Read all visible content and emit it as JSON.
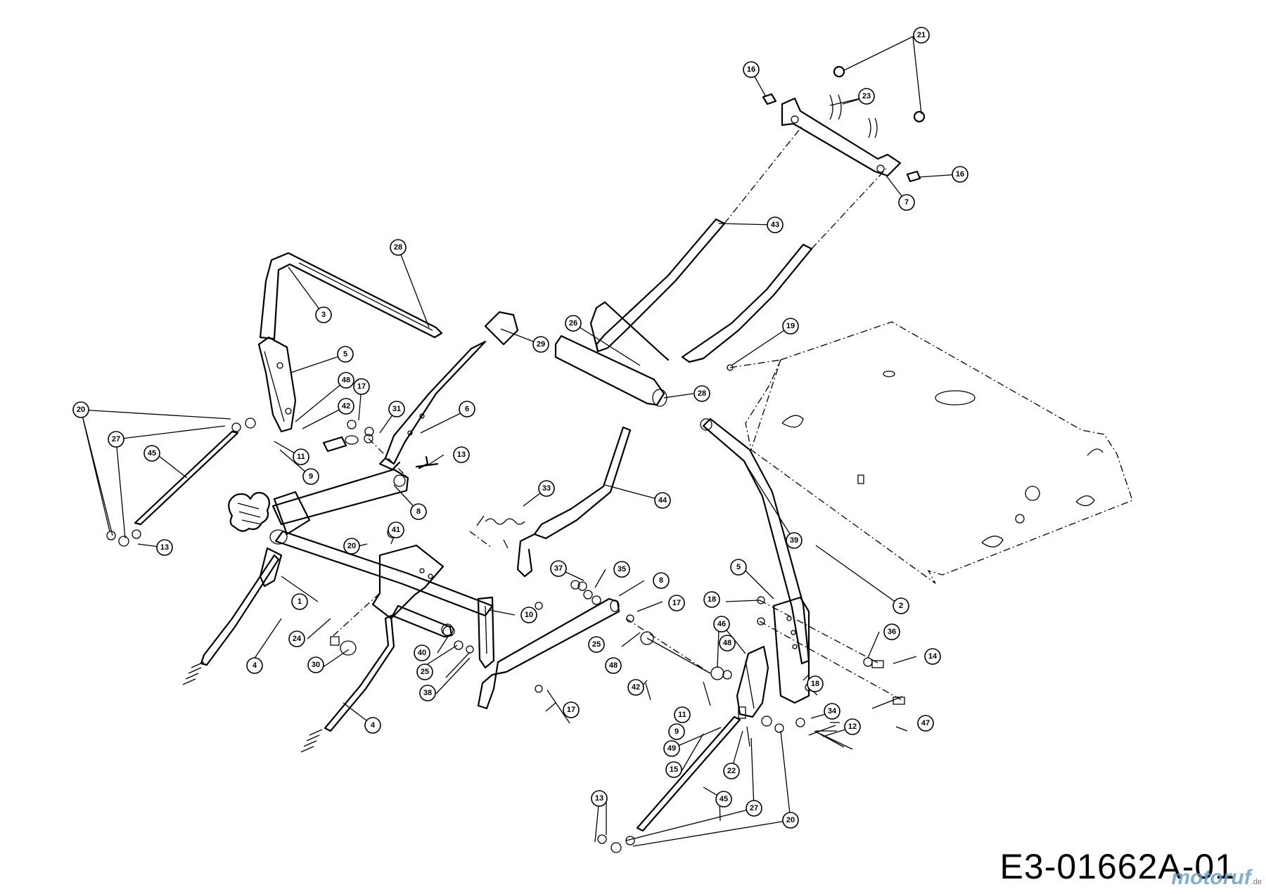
{
  "document_number": "E3-01662A-01",
  "watermark": {
    "text": "motoruf",
    "suffix": ".de"
  },
  "callouts": [
    {
      "id": "c21",
      "label": "21"
    },
    {
      "id": "c16a",
      "label": "16"
    },
    {
      "id": "c23",
      "label": "23"
    },
    {
      "id": "c16b",
      "label": "16"
    },
    {
      "id": "c7",
      "label": "7"
    },
    {
      "id": "c43",
      "label": "43"
    },
    {
      "id": "c28a",
      "label": "28"
    },
    {
      "id": "c3",
      "label": "3"
    },
    {
      "id": "c29",
      "label": "29"
    },
    {
      "id": "c26",
      "label": "26"
    },
    {
      "id": "c19",
      "label": "19"
    },
    {
      "id": "c5a",
      "label": "5"
    },
    {
      "id": "c28b",
      "label": "28"
    },
    {
      "id": "c48a",
      "label": "48"
    },
    {
      "id": "c17a",
      "label": "17"
    },
    {
      "id": "c20a",
      "label": "20"
    },
    {
      "id": "c42a",
      "label": "42"
    },
    {
      "id": "c31",
      "label": "31"
    },
    {
      "id": "c6",
      "label": "6"
    },
    {
      "id": "c27a",
      "label": "27"
    },
    {
      "id": "c11a",
      "label": "11"
    },
    {
      "id": "c13a",
      "label": "13"
    },
    {
      "id": "c45a",
      "label": "45"
    },
    {
      "id": "c9a",
      "label": "9"
    },
    {
      "id": "c33",
      "label": "33"
    },
    {
      "id": "c8a",
      "label": "8"
    },
    {
      "id": "c44",
      "label": "44"
    },
    {
      "id": "c39",
      "label": "39"
    },
    {
      "id": "c13b",
      "label": "13"
    },
    {
      "id": "c41",
      "label": "41"
    },
    {
      "id": "c20b",
      "label": "20"
    },
    {
      "id": "c37",
      "label": "37"
    },
    {
      "id": "c35",
      "label": "35"
    },
    {
      "id": "c8b",
      "label": "8"
    },
    {
      "id": "c5b",
      "label": "5"
    },
    {
      "id": "c2",
      "label": "2"
    },
    {
      "id": "c1",
      "label": "1"
    },
    {
      "id": "c10",
      "label": "10"
    },
    {
      "id": "c18a",
      "label": "18"
    },
    {
      "id": "c17b",
      "label": "17"
    },
    {
      "id": "c46",
      "label": "46"
    },
    {
      "id": "c36",
      "label": "36"
    },
    {
      "id": "c24",
      "label": "24"
    },
    {
      "id": "c40",
      "label": "40"
    },
    {
      "id": "c25a",
      "label": "25"
    },
    {
      "id": "c25b",
      "label": "25"
    },
    {
      "id": "c48b",
      "label": "48"
    },
    {
      "id": "c14",
      "label": "14"
    },
    {
      "id": "c4a",
      "label": "4"
    },
    {
      "id": "c30",
      "label": "30"
    },
    {
      "id": "c38",
      "label": "38"
    },
    {
      "id": "c48c",
      "label": "48"
    },
    {
      "id": "c42b",
      "label": "42"
    },
    {
      "id": "c18b",
      "label": "18"
    },
    {
      "id": "c17c",
      "label": "17"
    },
    {
      "id": "c47",
      "label": "47"
    },
    {
      "id": "c11b",
      "label": "11"
    },
    {
      "id": "c34",
      "label": "34"
    },
    {
      "id": "c9b",
      "label": "9"
    },
    {
      "id": "c12",
      "label": "12"
    },
    {
      "id": "c49",
      "label": "49"
    },
    {
      "id": "c4b",
      "label": "4"
    },
    {
      "id": "c15",
      "label": "15"
    },
    {
      "id": "c22",
      "label": "22"
    },
    {
      "id": "c45b",
      "label": "45"
    },
    {
      "id": "c27b",
      "label": "27"
    },
    {
      "id": "c13c",
      "label": "13"
    },
    {
      "id": "c20c",
      "label": "20"
    }
  ]
}
